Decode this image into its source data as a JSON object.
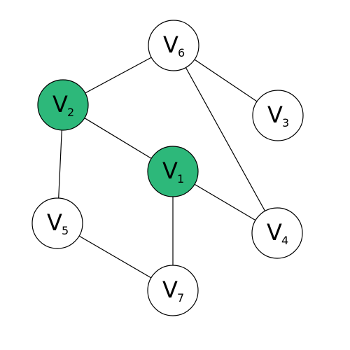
{
  "graph": {
    "highlight_color": "#2db87a",
    "default_color": "#ffffff",
    "nodes": [
      {
        "id": "v1",
        "letter": "V",
        "sub": "1",
        "highlighted": true
      },
      {
        "id": "v2",
        "letter": "V",
        "sub": "2",
        "highlighted": true
      },
      {
        "id": "v3",
        "letter": "V",
        "sub": "3",
        "highlighted": false
      },
      {
        "id": "v4",
        "letter": "V",
        "sub": "4",
        "highlighted": false
      },
      {
        "id": "v5",
        "letter": "V",
        "sub": "5",
        "highlighted": false
      },
      {
        "id": "v6",
        "letter": "V",
        "sub": "6",
        "highlighted": false
      },
      {
        "id": "v7",
        "letter": "V",
        "sub": "7",
        "highlighted": false
      }
    ],
    "edges": [
      [
        "v6",
        "v2"
      ],
      [
        "v6",
        "v3"
      ],
      [
        "v6",
        "v4"
      ],
      [
        "v2",
        "v1"
      ],
      [
        "v2",
        "v5"
      ],
      [
        "v1",
        "v4"
      ],
      [
        "v1",
        "v7"
      ],
      [
        "v5",
        "v7"
      ]
    ]
  }
}
